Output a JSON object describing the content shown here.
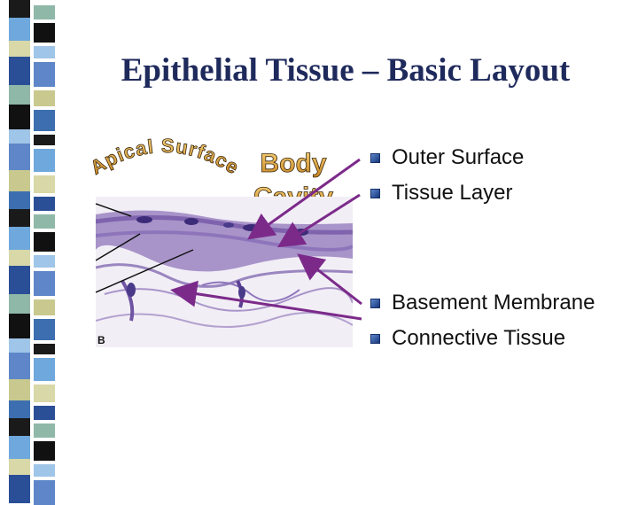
{
  "slide": {
    "title": "Epithelial Tissue – Basic Layout",
    "wordart": {
      "free_surface": "Apical Surface",
      "body_cavity_line1": "Body",
      "body_cavity_line2": "Cavity"
    },
    "micrograph": {
      "panel_label": "B"
    },
    "bullets_top": [
      "Outer Surface",
      "Tissue Layer"
    ],
    "bullets_bottom": [
      "Basement Membrane",
      "Connective Tissue"
    ],
    "colors": {
      "title": "#1f2a5c",
      "bullet": "#2b4f96",
      "arrow": "#7b2a8a",
      "wordart_fill": "#e8a63a",
      "stain": "#9a86c0"
    }
  }
}
